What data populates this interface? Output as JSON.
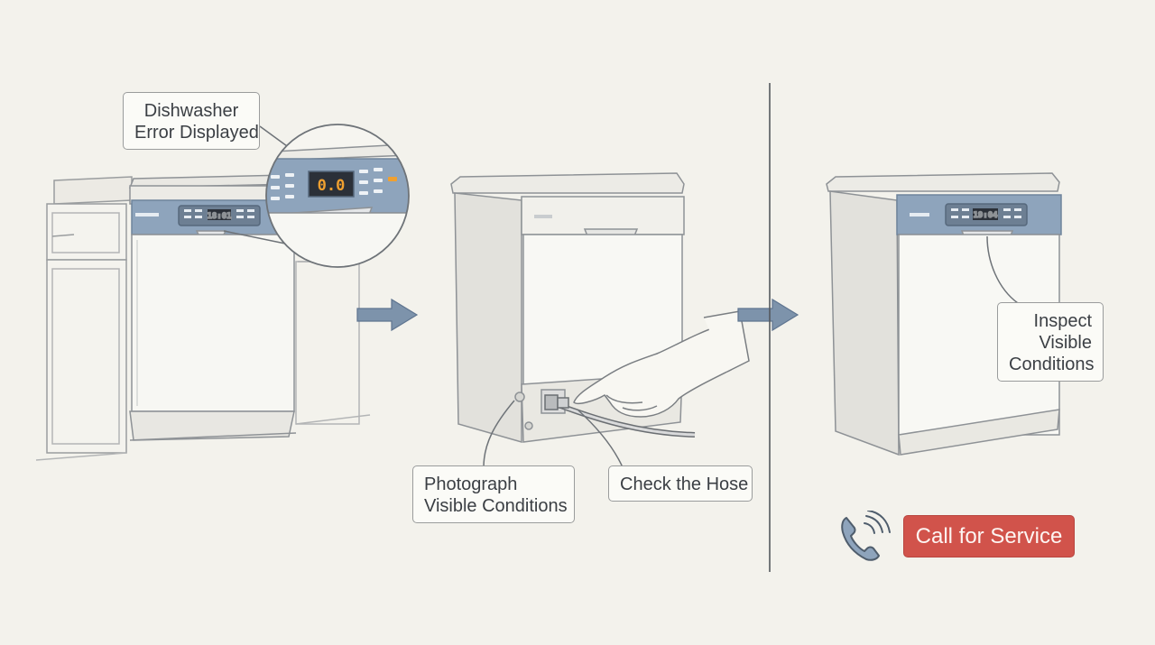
{
  "labels": {
    "error_displayed": [
      "Dishwasher",
      "Error Displayed"
    ],
    "photograph": [
      "Photograph",
      "Visible Conditions"
    ],
    "check_hose": "Check the Hose",
    "inspect": [
      "Inspect",
      "Visible",
      "Conditions"
    ]
  },
  "call_button": {
    "label": "Call for Service"
  },
  "display_codes": {
    "step1": "18:01",
    "zoom": "0.0",
    "step3": "19:04"
  },
  "colors": {
    "background": "#f3f2ec",
    "panel_blue": "#8ea4bc",
    "display_orange": "#f0a030",
    "arrow_blue": "#7d93ab",
    "button_red": "#d1534b",
    "line_gray": "#6e7378"
  },
  "icons": {
    "arrow": "right-arrow-icon",
    "phone": "phone-icon"
  }
}
